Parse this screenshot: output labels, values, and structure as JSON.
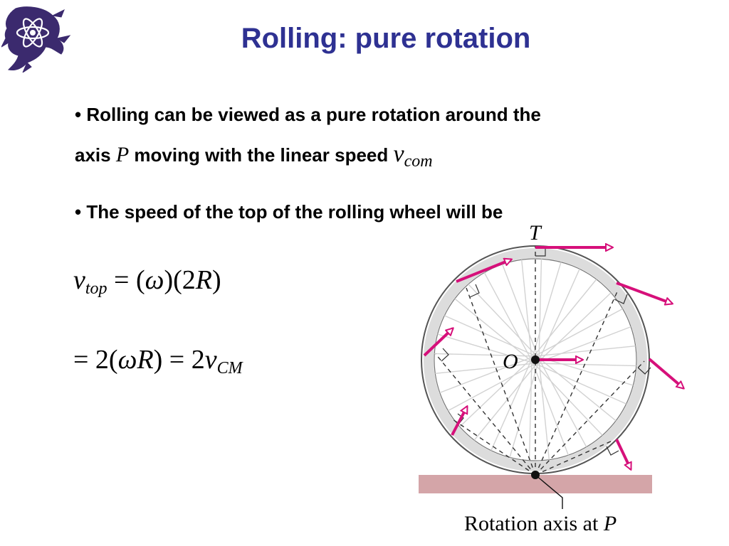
{
  "slide": {
    "title": "Rolling: pure rotation",
    "bullet1": {
      "marker": "•",
      "line1": "Rolling can be viewed as a pure rotation around the",
      "line2_prefix": "axis",
      "axis_symbol": "P",
      "line2_middle": "moving with the linear speed",
      "speed_symbol": "v",
      "speed_sub": "com"
    },
    "bullet2": {
      "marker": "•",
      "text": "The speed of the top of the rolling wheel will be"
    },
    "equation1": {
      "lhs_var": "v",
      "lhs_sub": "top",
      "rhs_a": " = (",
      "omega": "ω",
      "rhs_b": ")(2",
      "radius": "R",
      "rhs_c": ")"
    },
    "equation2": {
      "part_a": "= 2(",
      "omega": "ω",
      "radius": "R",
      "part_b": ") = 2",
      "v": "v",
      "sub": "CM"
    }
  },
  "figure": {
    "top_label": "T",
    "center_label": "O",
    "caption_prefix": "Rotation axis at ",
    "caption_symbol": "P",
    "arrow_color": "#d6107a",
    "ground_color": "#d4a5a8",
    "rim_color": "#dcdcdc"
  },
  "logo": {
    "icon": "horned-frog-atom-logo",
    "color": "#3b2a6e"
  }
}
